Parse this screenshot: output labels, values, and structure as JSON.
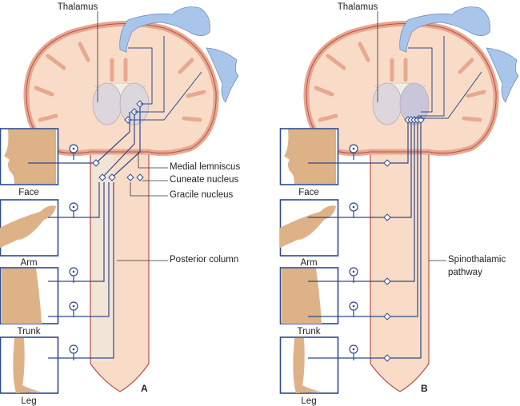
{
  "panels": [
    {
      "letter": "A",
      "thalamus": "Thalamus",
      "body_parts": [
        "Face",
        "Arm",
        "Trunk",
        "Leg"
      ],
      "labels": [
        "Medial lemniscus",
        "Cuneate nucleus",
        "Gracile nucleus",
        "Posterior column"
      ]
    },
    {
      "letter": "B",
      "thalamus": "Thalamus",
      "body_parts": [
        "Face",
        "Arm",
        "Trunk",
        "Leg"
      ],
      "pathway_label": [
        "Spinothalamic",
        "pathway"
      ]
    }
  ],
  "colors": {
    "brain": "#f8dcc8",
    "cortex": "#e8a890",
    "outline": "#b5504a",
    "nerve": "#2f4a8a",
    "homunculus": "#a9c6ea",
    "skin": "#deb287"
  }
}
